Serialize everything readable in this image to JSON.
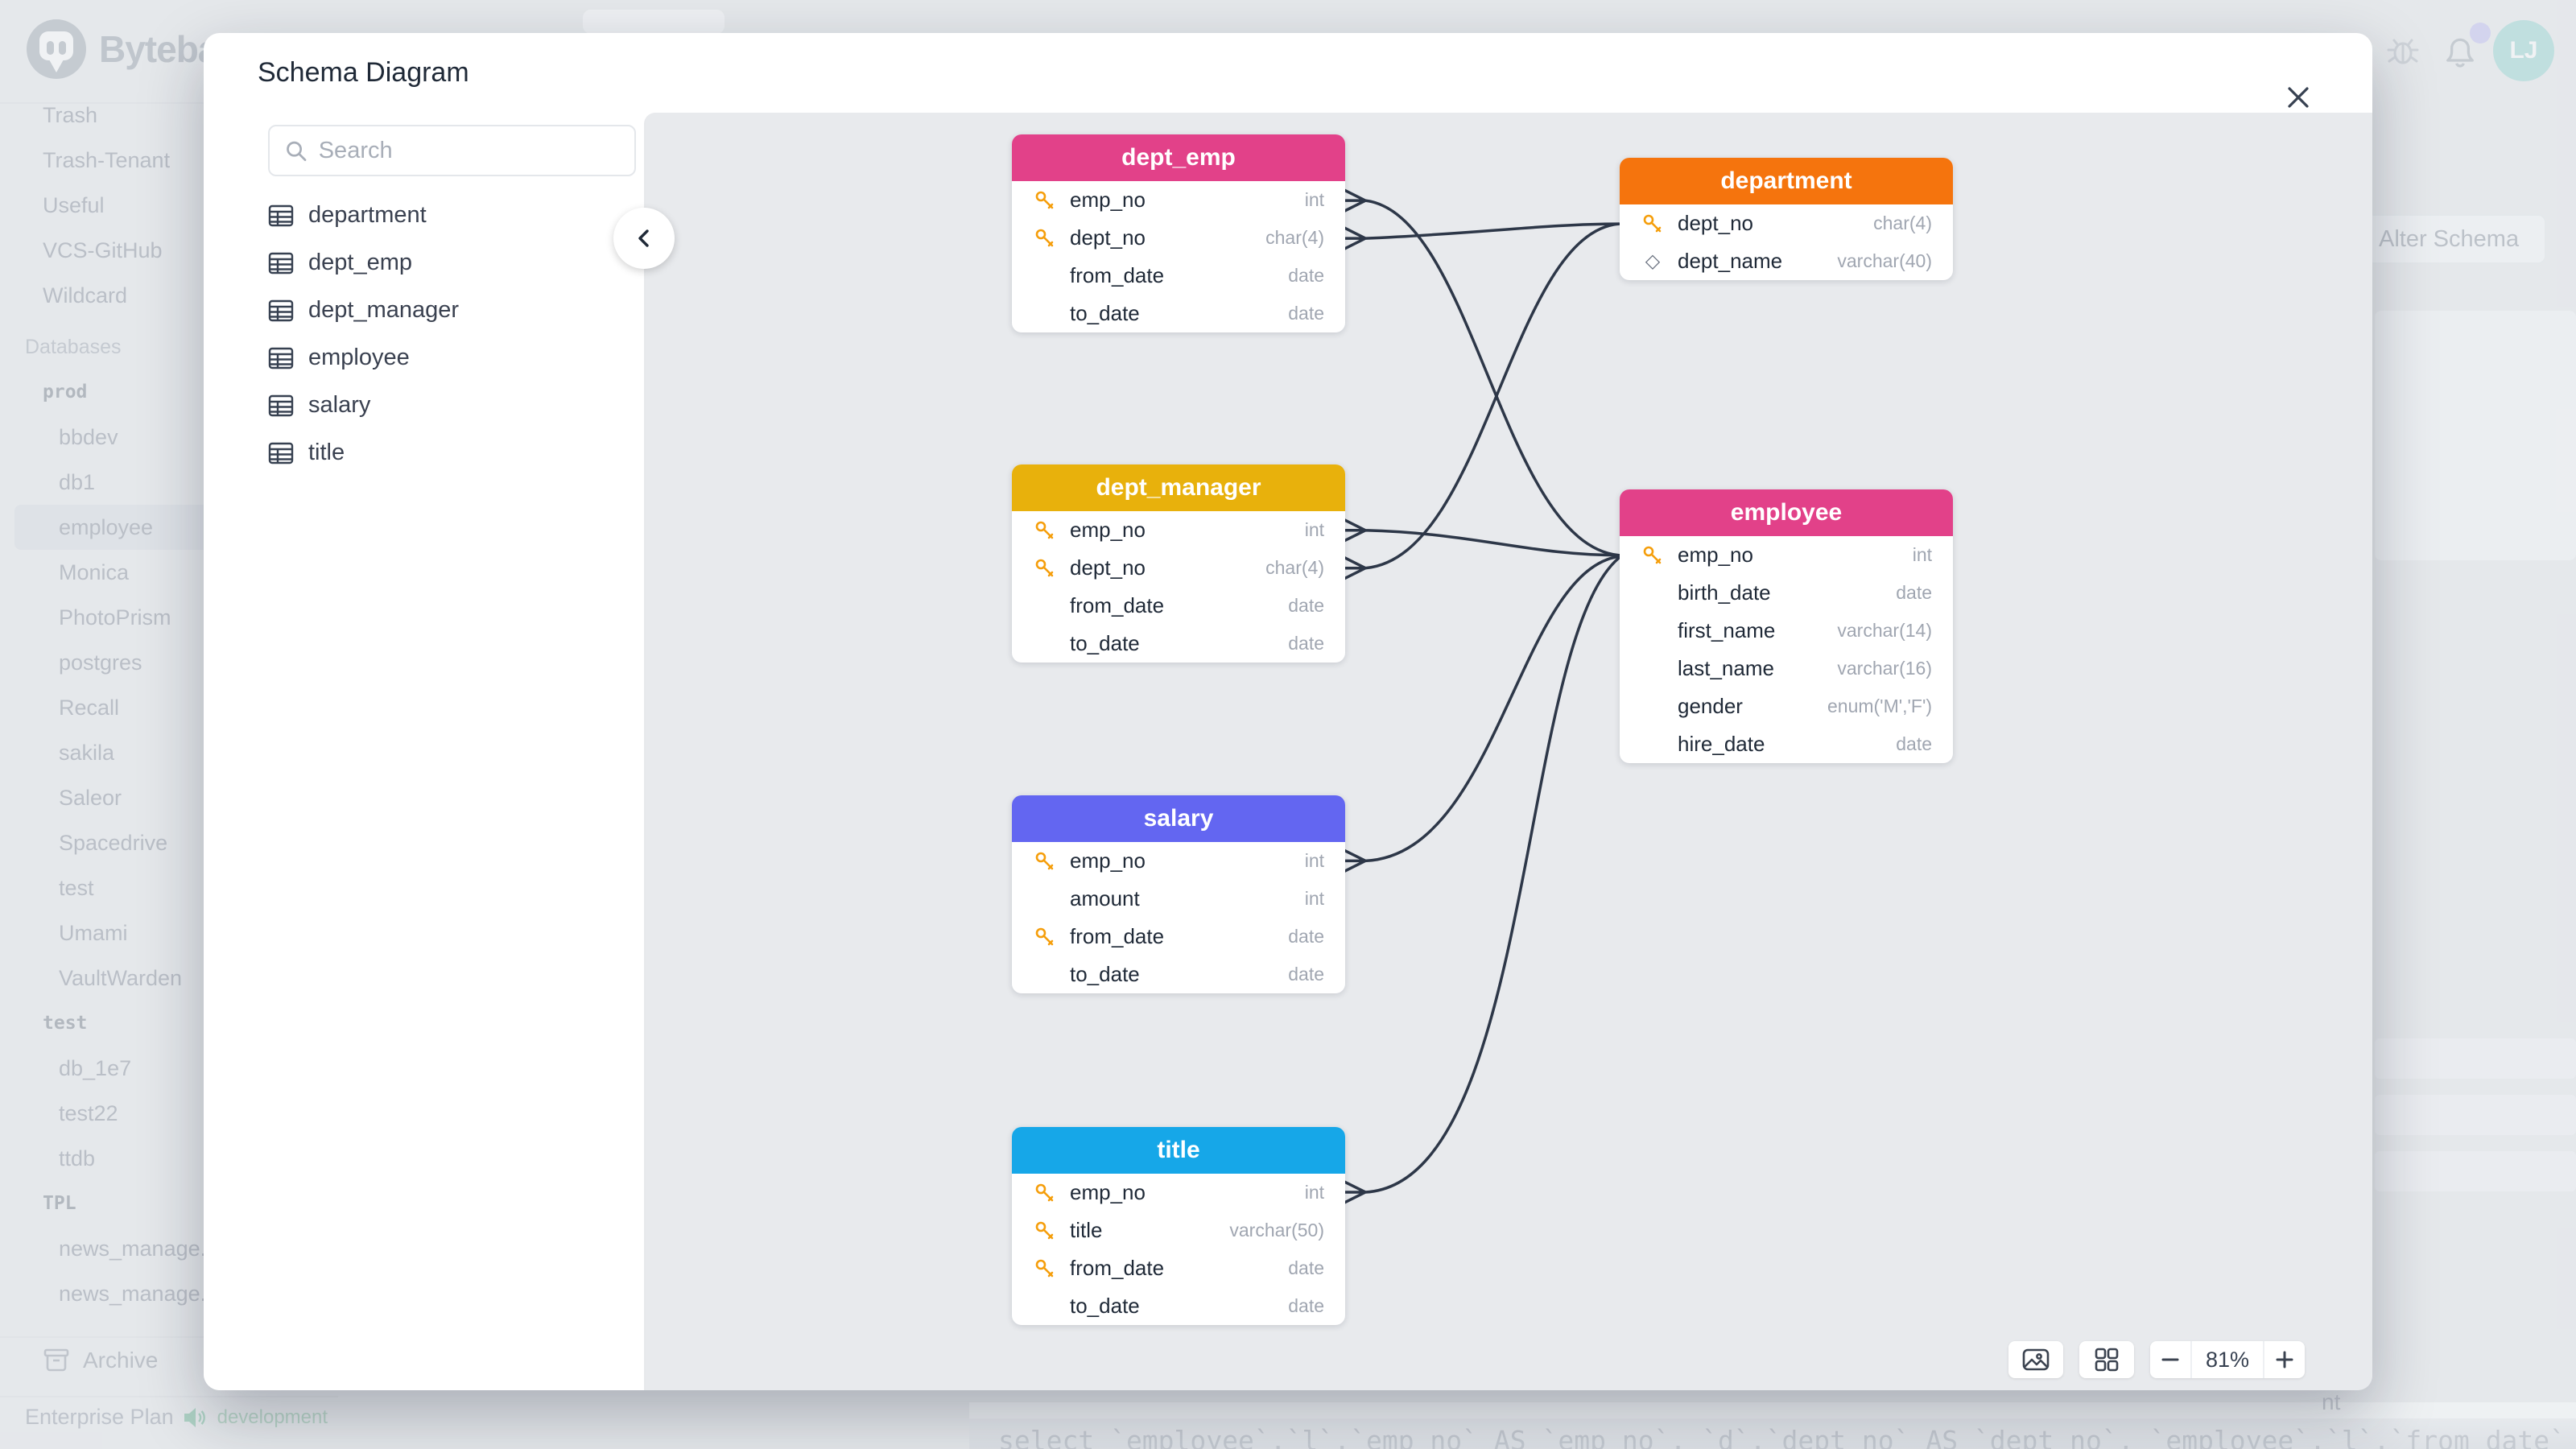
{
  "brand": {
    "name": "Bytebase"
  },
  "topbar": {
    "avatar_initials": "LJ"
  },
  "sidebar": {
    "items": [
      {
        "label": "Trash"
      },
      {
        "label": "Trash-Tenant"
      },
      {
        "label": "Useful"
      },
      {
        "label": "VCS-GitHub"
      },
      {
        "label": "Wildcard"
      },
      {
        "label": "Databases"
      },
      {
        "label": "prod"
      },
      {
        "label": "bbdev"
      },
      {
        "label": "db1"
      },
      {
        "label": "employee"
      },
      {
        "label": "Monica"
      },
      {
        "label": "PhotoPrism"
      },
      {
        "label": "postgres"
      },
      {
        "label": "Recall"
      },
      {
        "label": "sakila"
      },
      {
        "label": "Saleor"
      },
      {
        "label": "Spacedrive"
      },
      {
        "label": "test"
      },
      {
        "label": "Umami"
      },
      {
        "label": "VaultWarden"
      },
      {
        "label": "test"
      },
      {
        "label": "db_1e7"
      },
      {
        "label": "test22"
      },
      {
        "label": "ttdb"
      },
      {
        "label": "TPL"
      },
      {
        "label": "news_manage..."
      },
      {
        "label": "news_manage..."
      }
    ],
    "selected_item": "employee",
    "archive_label": "Archive",
    "plan_label": "Enterprise Plan",
    "environment_label": "development",
    "environment_color": "#79b795"
  },
  "modal": {
    "title": "Schema Diagram",
    "search_placeholder": "Search",
    "table_list": [
      {
        "label": "department"
      },
      {
        "label": "dept_emp"
      },
      {
        "label": "dept_manager"
      },
      {
        "label": "employee"
      },
      {
        "label": "salary"
      },
      {
        "label": "title"
      }
    ],
    "controls": {
      "zoom_level": "81%"
    }
  },
  "diagram": {
    "edge_color": "#2d3748",
    "key_icon_color": "#f59e0b",
    "index_icon": "◇",
    "tables": [
      {
        "name": "dept_emp",
        "header_color": "#e24189",
        "fields": [
          {
            "name": "emp_no",
            "type": "int",
            "key": "pk"
          },
          {
            "name": "dept_no",
            "type": "char(4)",
            "key": "pk"
          },
          {
            "name": "from_date",
            "type": "date",
            "key": ""
          },
          {
            "name": "to_date",
            "type": "date",
            "key": ""
          }
        ]
      },
      {
        "name": "department",
        "header_color": "#f5740d",
        "fields": [
          {
            "name": "dept_no",
            "type": "char(4)",
            "key": "pk"
          },
          {
            "name": "dept_name",
            "type": "varchar(40)",
            "key": "index"
          }
        ]
      },
      {
        "name": "dept_manager",
        "header_color": "#e8b10c",
        "fields": [
          {
            "name": "emp_no",
            "type": "int",
            "key": "pk"
          },
          {
            "name": "dept_no",
            "type": "char(4)",
            "key": "pk"
          },
          {
            "name": "from_date",
            "type": "date",
            "key": ""
          },
          {
            "name": "to_date",
            "type": "date",
            "key": ""
          }
        ]
      },
      {
        "name": "employee",
        "header_color": "#e24189",
        "fields": [
          {
            "name": "emp_no",
            "type": "int",
            "key": "pk"
          },
          {
            "name": "birth_date",
            "type": "date",
            "key": ""
          },
          {
            "name": "first_name",
            "type": "varchar(14)",
            "key": ""
          },
          {
            "name": "last_name",
            "type": "varchar(16)",
            "key": ""
          },
          {
            "name": "gender",
            "type": "enum('M','F')",
            "key": ""
          },
          {
            "name": "hire_date",
            "type": "date",
            "key": ""
          }
        ]
      },
      {
        "name": "salary",
        "header_color": "#6366f1",
        "fields": [
          {
            "name": "emp_no",
            "type": "int",
            "key": "pk"
          },
          {
            "name": "amount",
            "type": "int",
            "key": ""
          },
          {
            "name": "from_date",
            "type": "date",
            "key": "pk"
          },
          {
            "name": "to_date",
            "type": "date",
            "key": ""
          }
        ]
      },
      {
        "name": "title",
        "header_color": "#16a7e8",
        "fields": [
          {
            "name": "emp_no",
            "type": "int",
            "key": "pk"
          },
          {
            "name": "title",
            "type": "varchar(50)",
            "key": "pk"
          },
          {
            "name": "from_date",
            "type": "date",
            "key": "pk"
          },
          {
            "name": "to_date",
            "type": "date",
            "key": ""
          }
        ]
      }
    ],
    "relationships": [
      {
        "from": "dept_emp.emp_no",
        "to": "employee.emp_no"
      },
      {
        "from": "dept_emp.dept_no",
        "to": "department.dept_no"
      },
      {
        "from": "dept_manager.emp_no",
        "to": "employee.emp_no"
      },
      {
        "from": "dept_manager.dept_no",
        "to": "department.dept_no"
      },
      {
        "from": "salary.emp_no",
        "to": "employee.emp_no"
      },
      {
        "from": "title.emp_no",
        "to": "employee.emp_no"
      }
    ]
  },
  "background": {
    "alter_schema_label": "Alter Schema",
    "sql_preview": "select `employee`.`l`.`emp_no` AS `emp_no`, `d`.`dept_no` AS `dept_no`, `employee`.`l`.`from_date` AS",
    "corner_fragment": "nt"
  }
}
